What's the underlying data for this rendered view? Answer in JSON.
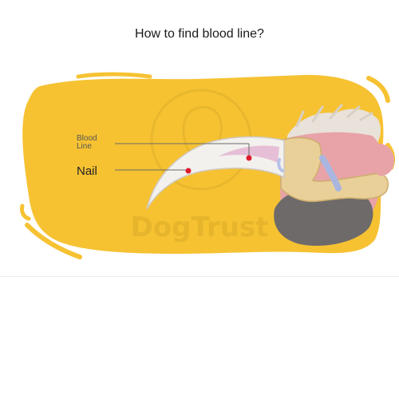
{
  "title": "How to find blood line?",
  "labels": {
    "blood_line_1": "Blood",
    "blood_line_2": "Line",
    "nail": "Nail"
  },
  "watermark": "DogTrust",
  "colors": {
    "blob": "#F6C232",
    "blob_edge": "#E0A91E",
    "claw": "#F3F1EE",
    "quick": "#E6BFD7",
    "bone": "#E9CF98",
    "pad": "#6E6A6A",
    "skin": "#E8A3A8",
    "fur": "#E8E2DA",
    "marker": "#E01B2E",
    "vessel": "#B7C3E8"
  },
  "icons": [
    "watermark-dog-logo"
  ]
}
